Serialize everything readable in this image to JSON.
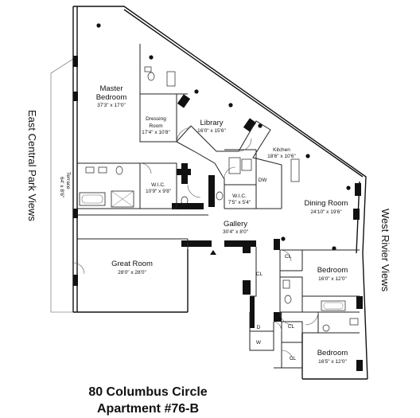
{
  "views": {
    "east": "East Central Park Views",
    "west": "West Rivier Views"
  },
  "rooms": {
    "master": {
      "name1": "Master",
      "name2": "Bedroom",
      "dims": "37'3\" x 17'0\""
    },
    "dressing": {
      "name1": "Dressing",
      "name2": "Room",
      "dims": "17'4\" x 10'8\""
    },
    "library": {
      "name": "Library",
      "dims": "16'0\" x 15'6\""
    },
    "kitchen": {
      "name": "Kitchen",
      "dims": "18'6\" x 10'6\""
    },
    "terrace": {
      "name": "Terrace",
      "dims": "64' x 8'6\""
    },
    "wic1": {
      "name": "W.I.C.",
      "dims": "10'9\" x 9'8\""
    },
    "wic2": {
      "name": "W.I.C.",
      "dims": "7'5\" x 5'4\""
    },
    "dining": {
      "name": "Dining Room",
      "dims": "24'10\" x 19'6\""
    },
    "gallery": {
      "name": "Gallery",
      "dims": "30'4\" x 8'0\""
    },
    "great": {
      "name": "Great Room",
      "dims": "28'0\" x 28'0\""
    },
    "bedroom1": {
      "name": "Bedroom",
      "dims": "16'0\" x 12'0\""
    },
    "bedroom2": {
      "name": "Bedroom",
      "dims": "16'5\" x 12'0\""
    }
  },
  "small": {
    "cl": "CL",
    "dw": "DW",
    "d": "D",
    "w": "W"
  },
  "title": {
    "line1": "80 Columbus Circle",
    "line2": "Apartment #76-B"
  }
}
